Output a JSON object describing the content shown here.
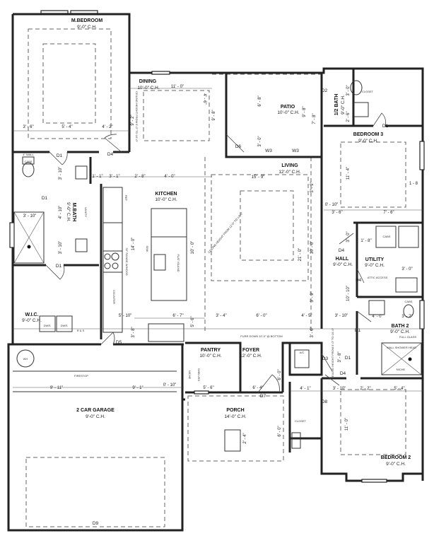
{
  "rooms": {
    "master_bedroom": {
      "name": "M.BEDROOM",
      "ceiling": "9'-0\" C.H."
    },
    "dining": {
      "name": "DINING",
      "ceiling": "10'-0\" C.H."
    },
    "patio": {
      "name": "PATIO",
      "ceiling": "10'-0\" C.H."
    },
    "half_bath": {
      "name": "1/2 BATH",
      "ceiling": "9'-0\" C.H."
    },
    "bedroom3": {
      "name": "BEDROOM 3",
      "ceiling": "9'-0\" C.H."
    },
    "living": {
      "name": "LIVING",
      "ceiling": "12'-0\" C.H."
    },
    "kitchen": {
      "name": "KITCHEN",
      "ceiling": "10'-0\" C.H."
    },
    "master_bath": {
      "name": "M.BATH",
      "ceiling": "9'-0\" C.H."
    },
    "hall": {
      "name": "HALL",
      "ceiling": "9'-0\" C.H."
    },
    "utility": {
      "name": "UTILITY",
      "ceiling": "9'-0\" C.H."
    },
    "wic": {
      "name": "W.I.C.",
      "ceiling": "9'-0\" C.H."
    },
    "bath2": {
      "name": "BATH 2",
      "ceiling": "9'-0\" C.H."
    },
    "pantry": {
      "name": "PANTRY",
      "ceiling": "10'-0\" C.H."
    },
    "foyer": {
      "name": "FOYER",
      "ceiling": "12'-0\" C.H."
    },
    "garage": {
      "name": "2 CAR GARAGE",
      "ceiling": "9'-0\" C.H."
    },
    "porch": {
      "name": "PORCH",
      "ceiling": "14'-0\" C.H."
    },
    "bedroom2": {
      "name": "BEDROOM 2",
      "ceiling": "9'-0\" C.H."
    }
  },
  "doors": {
    "d1": "D1",
    "d2": "D2",
    "d3": "D3",
    "d4": "D4",
    "d5": "D5",
    "d6": "D6",
    "d7": "D7",
    "d8": "D8",
    "d9": "D9",
    "w3": "W3"
  },
  "notes": {
    "wh": "WH",
    "firestop": "FIRESTOP",
    "closet": "CLOSET",
    "cabs": "CABS",
    "rs": "R & S",
    "dwr": "DWR.",
    "attic": "ATTIC ACCESS",
    "ac": "A/C",
    "furr": "FURR DOWN 10'-0\" @ BOTTOM",
    "wall_shower": "WALL SHOWER HEAD",
    "full_glass": "FULL GLASS",
    "niche": "NICHE",
    "shelves": "SHELVES",
    "flat_island": "FLAT ISLAND",
    "sink": "SINK",
    "vanity": "VANITY",
    "range": "30\" RANGE W/HOOD",
    "counter": "COUNTER",
    "ref": "REF",
    "wall4": "4\" WALL",
    "ceiling_living": "CEILING HEIGHT FROM 12'-0\" TO 13'-0\"",
    "ceiling_dining": "CEILING HEIGHT FROM 9'-0\" TO 10'-0\"",
    "ceiling_hall": "CEILING HEIGHT FROM 9'-0\" TO 10'-0\""
  },
  "dims": {
    "mb_a": "3' - 6\"",
    "mb_b": "5' - 4\"",
    "mb_c": "4' - 2\"",
    "din_w": "11' - 0\"",
    "din_a": "4' - 6\"",
    "din_b": "9' - 8\"",
    "din_c": "9' - 2\"",
    "pat_a": "6' - 8\"",
    "pat_b": "3' - 0\"",
    "pat_c": "9' - 8\"",
    "pat_d": "7' - 8\"",
    "hb_a": "3' - 0\"",
    "hb_b": "2' - 6\"",
    "b3_a": "11' - 4\"",
    "b3_b": "1 - 8",
    "b3_c": "3' - 6\"",
    "b3_d": "7' - 6\"",
    "b3_e": "0' - 10\"",
    "liv_w": "15' - 9\"",
    "liv_h": "21' - 0\"",
    "liv_a": "10' - 0\"",
    "liv_b": "3' - 9\"",
    "liv_c": "3' - 9\"",
    "k_a": "1' - 1\"",
    "k_b": "3' - 1\"",
    "k_c": "2' - 8\"",
    "k_d": "4' - 0\"",
    "k_e": "14' - 0\"",
    "k_f": "10' - 0\"",
    "k_g": "5' - 10\"",
    "k_h": "6' - 7\"",
    "k_i": "5' - 6\"",
    "k_j": "3' - 8\"",
    "mba_a": "3' - 10\"",
    "mba_b": "4' - 10\"",
    "mba_c": "3' - 10\"",
    "mba_d": "3' - 10\"",
    "row_a": "3' - 4\"",
    "row_b": "6' - 0\"",
    "row_c": "4' - 5\"",
    "row_d": "3' - 10\"",
    "ut_a": "1' - 8\"",
    "ut_b": "3' - 0\"",
    "ut_c": "3' - 0\"",
    "ut_d": "4' - 0\"",
    "ut_e": "3' - 2\"",
    "hall_a": "10' - 10\"",
    "hall_b": "3' - 6\"",
    "g_a": "9' - 11\"",
    "g_b": "9' - 1\"",
    "g_c": "0' - 10\"",
    "p_a": "5' - 6\"",
    "f_a": "6' - 4\"",
    "f_b": "6' - 0\"",
    "po_a": "6' - 0\"",
    "po_b": "2' - 4\"",
    "b2_a": "4' - 1\"",
    "b2_b": "3' - 10\"",
    "b2_c": "2' - 2\"",
    "b2_d": "5' - 4\"",
    "b2_e": "11' - 0\"",
    "b2_f": "3' - 8\""
  }
}
